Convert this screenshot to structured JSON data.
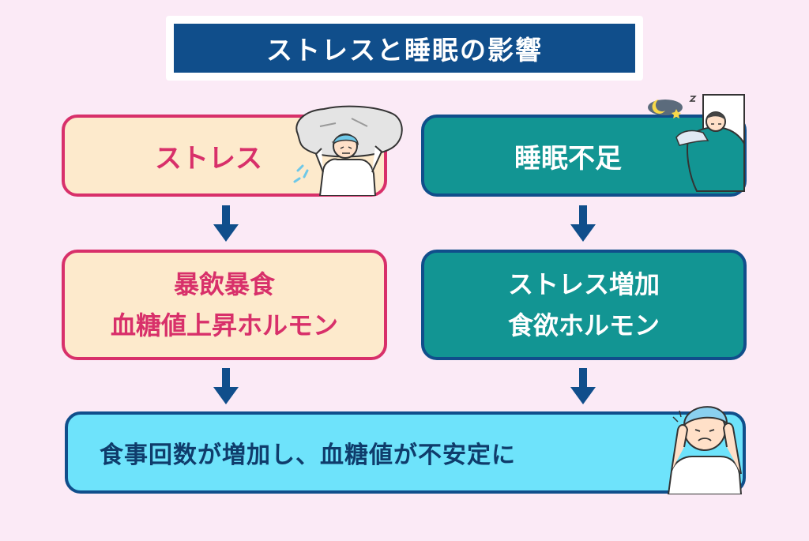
{
  "title": "ストレスと睡眠の影響",
  "left_column": {
    "top_box": "ストレス",
    "middle_box": [
      "暴飲暴食",
      "血糖値上昇ホルモン"
    ]
  },
  "right_column": {
    "top_box": "睡眠不足",
    "middle_box": [
      "ストレス増加",
      "食欲ホルモン"
    ]
  },
  "bottom_box": "食事回数が増加し、血糖値が不安定に",
  "colors": {
    "background": "#fbeaf6",
    "title_bg": "#104e8b",
    "pink_border": "#d8306a",
    "pink_fill": "#fdeacc",
    "teal_fill": "#129593",
    "navy": "#104e8b",
    "light_blue": "#6ee3fb"
  },
  "icons": [
    "down-arrow-icon",
    "stressed-person-lifting-rock-illustration",
    "sleeping-person-illustration",
    "worried-person-illustration"
  ]
}
